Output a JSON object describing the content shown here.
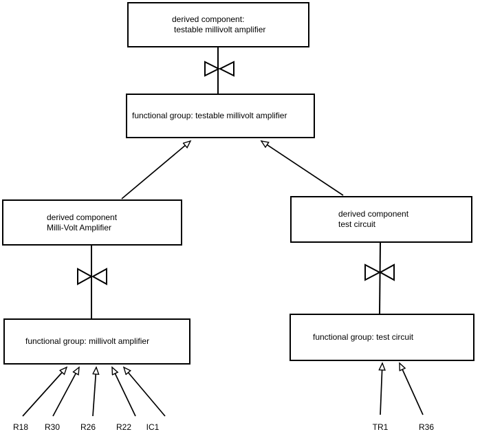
{
  "colors": {
    "background": "#ffffff",
    "line": "#000000",
    "text": "#000000"
  },
  "diagram": {
    "nodes": {
      "top_derived": {
        "line1": "derived component:",
        "line2": "testable millivolt amplifier"
      },
      "mid_functional": {
        "line1": "functional group: testable millivolt amplifier"
      },
      "left_derived": {
        "line1": "derived component",
        "line2": "Milli-Volt Amplifier"
      },
      "right_derived": {
        "line1": "derived component",
        "line2": "test circuit"
      },
      "left_functional": {
        "line1": "functional group: millivolt amplifier"
      },
      "right_functional": {
        "line1": "functional group: test circuit"
      }
    },
    "leaf_labels": {
      "left": [
        "R18",
        "R30",
        "R26",
        "R22",
        "IC1"
      ],
      "right": [
        "TR1",
        "R36"
      ]
    }
  }
}
